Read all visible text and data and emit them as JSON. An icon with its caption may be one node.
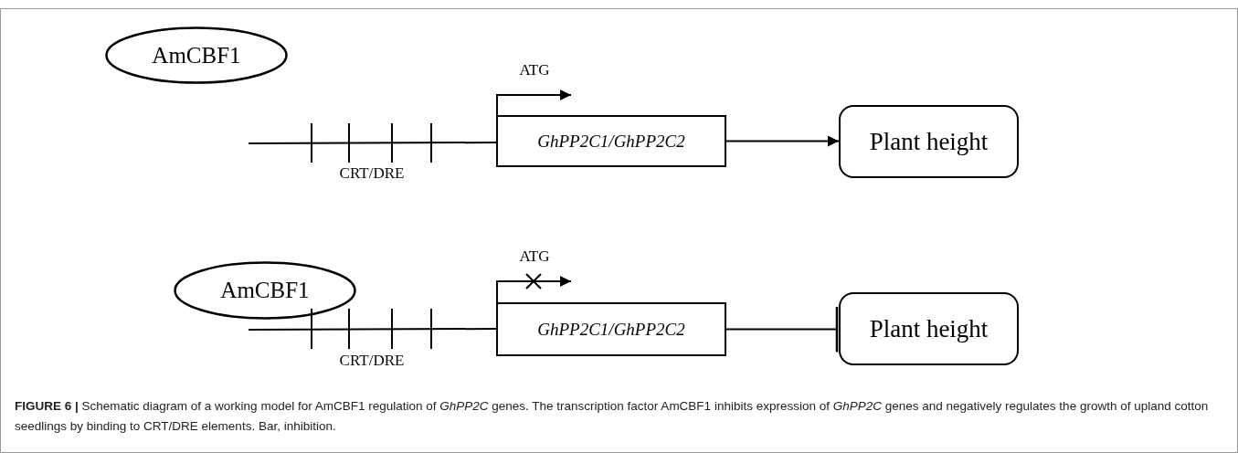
{
  "diagram": {
    "caption": "**FIGURE 6 |** Schematic diagram of a working model for AmCBF1 regulation of *GhPP2C* genes. The transcription factor AmCBF1 inhibits expression of *GhPP2C* genes and negatively regulates the growth of upland cotton seedlings by binding to CRT/DRE elements. Bar, inhibition.",
    "nodes": [
      {
        "text": [
          "AmCBF1"
        ]
      },
      {
        "text": [
          "GhPP2C1/GhPP2C2"
        ]
      },
      {
        "text": [
          "Plant height"
        ]
      },
      {
        "text": [
          "AmCBF1"
        ]
      },
      {
        "text": [
          "GhPP2C1/GhPP2C2"
        ]
      },
      {
        "text": [
          "Plant height"
        ]
      }
    ],
    "edges": [
      {
        "from": 1,
        "to": 2,
        "arrow": "to"
      },
      {
        "from": 4,
        "to": 5,
        "arrow": "other"
      }
    ],
    "labels": [
      "ATG",
      "CRT/DRE",
      "ATG",
      "CRT/DRE"
    ]
  }
}
